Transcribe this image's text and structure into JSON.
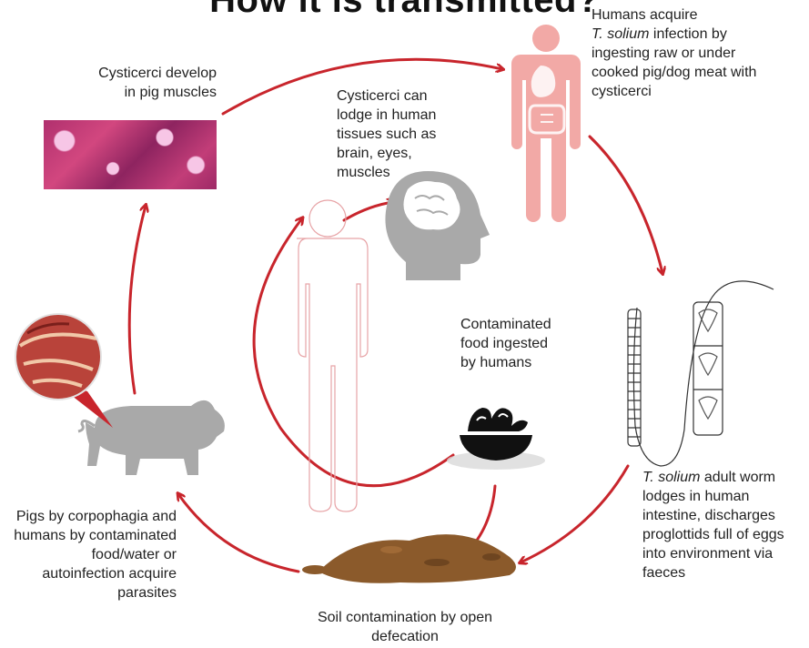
{
  "title": "How it is transmitted?",
  "labels": {
    "pig_muscles": "Cysticerci develop in pig muscles",
    "humans_acquire_1": "Humans acquire",
    "humans_acquire_species": "T. solium",
    "humans_acquire_2": " infection by ingesting raw or under cooked pig/dog meat with cysticerci",
    "human_tissues": "Cysticerci can lodge in human tissues such as brain, eyes, muscles",
    "contaminated_food": "Contaminated food ingested by humans",
    "adult_worm_species": "T. solium",
    "adult_worm_rest": " adult worm lodges in human intestine, discharges proglottids full of eggs into environment via faeces",
    "soil": "Soil contamination by open defecation",
    "pigs": "Pigs by corpophagia and humans by contaminated food/water or autoinfection acquire parasites"
  },
  "colors": {
    "arrow": "#c8252c",
    "human_body": "#f2a9a6",
    "gray_figure": "#a9a9a9",
    "outline_figure": "#e7a3a6",
    "soil": "#8b5a2b"
  },
  "icons": [
    "muscle-tissue-image",
    "human-body-icon",
    "brain-head-icon",
    "human-outline-icon",
    "tapeworm-illustration",
    "food-bowl-icon",
    "soil-pile",
    "pig-icon",
    "magnified-meat-image"
  ]
}
